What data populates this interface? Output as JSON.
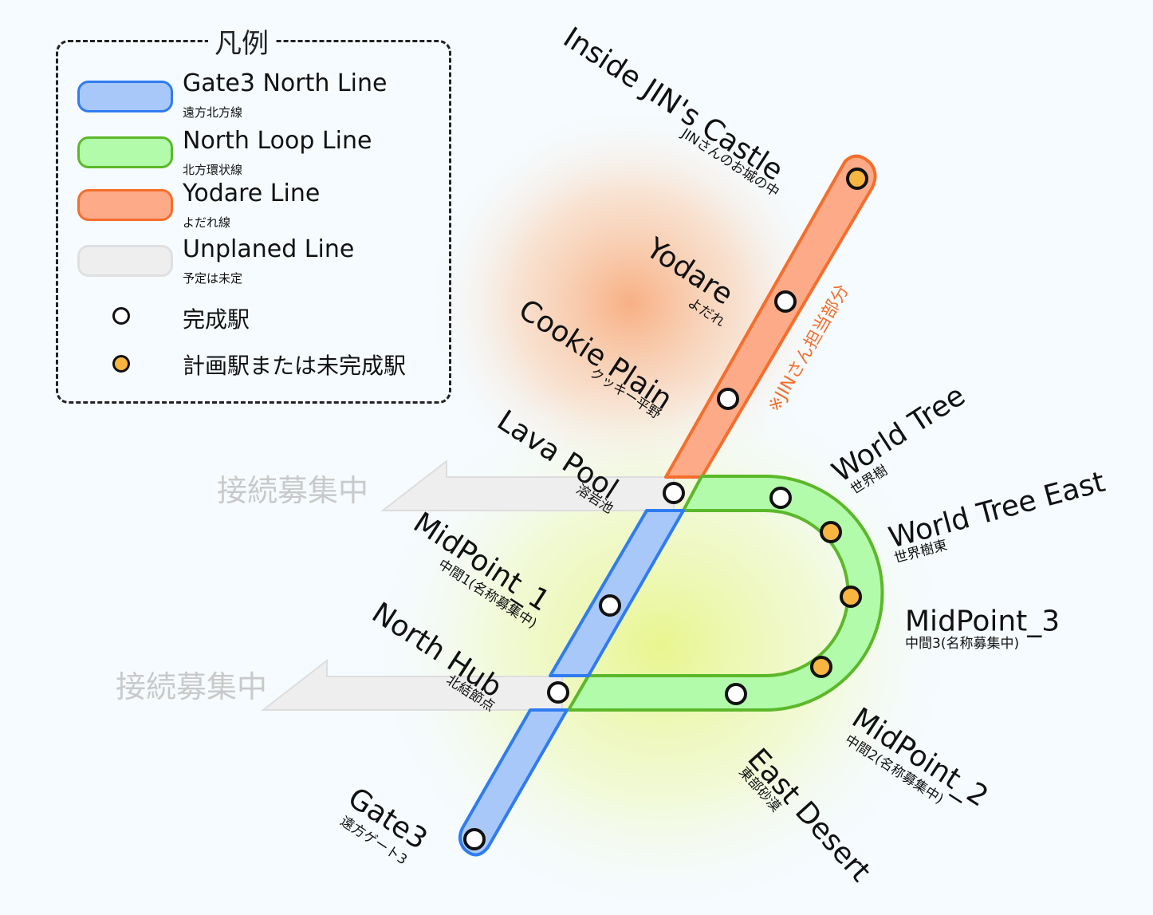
{
  "legend": {
    "title": "凡例",
    "lines": [
      {
        "name": "Gate3 North Line",
        "sub": "遠方北方線",
        "fill": "#a9c8fa",
        "stroke": "#2f7cf0"
      },
      {
        "name": "North Loop Line",
        "sub": "北方環状線",
        "fill": "#b2fbaa",
        "stroke": "#5cb82a"
      },
      {
        "name": "Yodare Line",
        "sub": "よだれ線",
        "fill": "#fcaa88",
        "stroke": "#f56e2c"
      },
      {
        "name": "Unplaned Line",
        "sub": "予定は未定",
        "fill": "#eeeeee",
        "stroke": "#e0e0e0"
      }
    ],
    "completed_station": "完成駅",
    "planned_station": "計画駅または未完成駅",
    "completed_color": "#ffffff",
    "planned_color": "#f8b540"
  },
  "map": {
    "recruiting_label": "接続募集中",
    "jin_note": "※JINさん担当部分",
    "stations": [
      {
        "id": "inside-jins-castle",
        "name": "Inside JIN's Castle",
        "sub": "JINさんのお城の中",
        "status": "planned"
      },
      {
        "id": "yodare",
        "name": "Yodare",
        "sub": "よだれ",
        "status": "completed"
      },
      {
        "id": "cookie-plain",
        "name": "Cookie Plain",
        "sub": "クッキー平野",
        "status": "completed"
      },
      {
        "id": "lava-pool",
        "name": "Lava Pool",
        "sub": "溶岩池",
        "status": "completed"
      },
      {
        "id": "world-tree",
        "name": "World Tree",
        "sub": "世界樹",
        "status": "completed"
      },
      {
        "id": "world-tree-east",
        "name": "World Tree East",
        "sub": "世界樹東",
        "status": "planned"
      },
      {
        "id": "midpoint-3",
        "name": "MidPoint_3",
        "sub": "中間3(名称募集中)",
        "status": "planned"
      },
      {
        "id": "midpoint-2",
        "name": "MidPoint_2",
        "sub": "中間2(名称募集中)",
        "status": "planned"
      },
      {
        "id": "east-desert",
        "name": "East Desert",
        "sub": "東部砂漠",
        "status": "completed"
      },
      {
        "id": "midpoint-1",
        "name": "MidPoint_1",
        "sub": "中間1(名称募集中)",
        "status": "completed"
      },
      {
        "id": "north-hub",
        "name": "North Hub",
        "sub": "北結節点",
        "status": "completed"
      },
      {
        "id": "gate3",
        "name": "Gate3",
        "sub": "遠方ゲート3",
        "status": "completed"
      }
    ]
  }
}
